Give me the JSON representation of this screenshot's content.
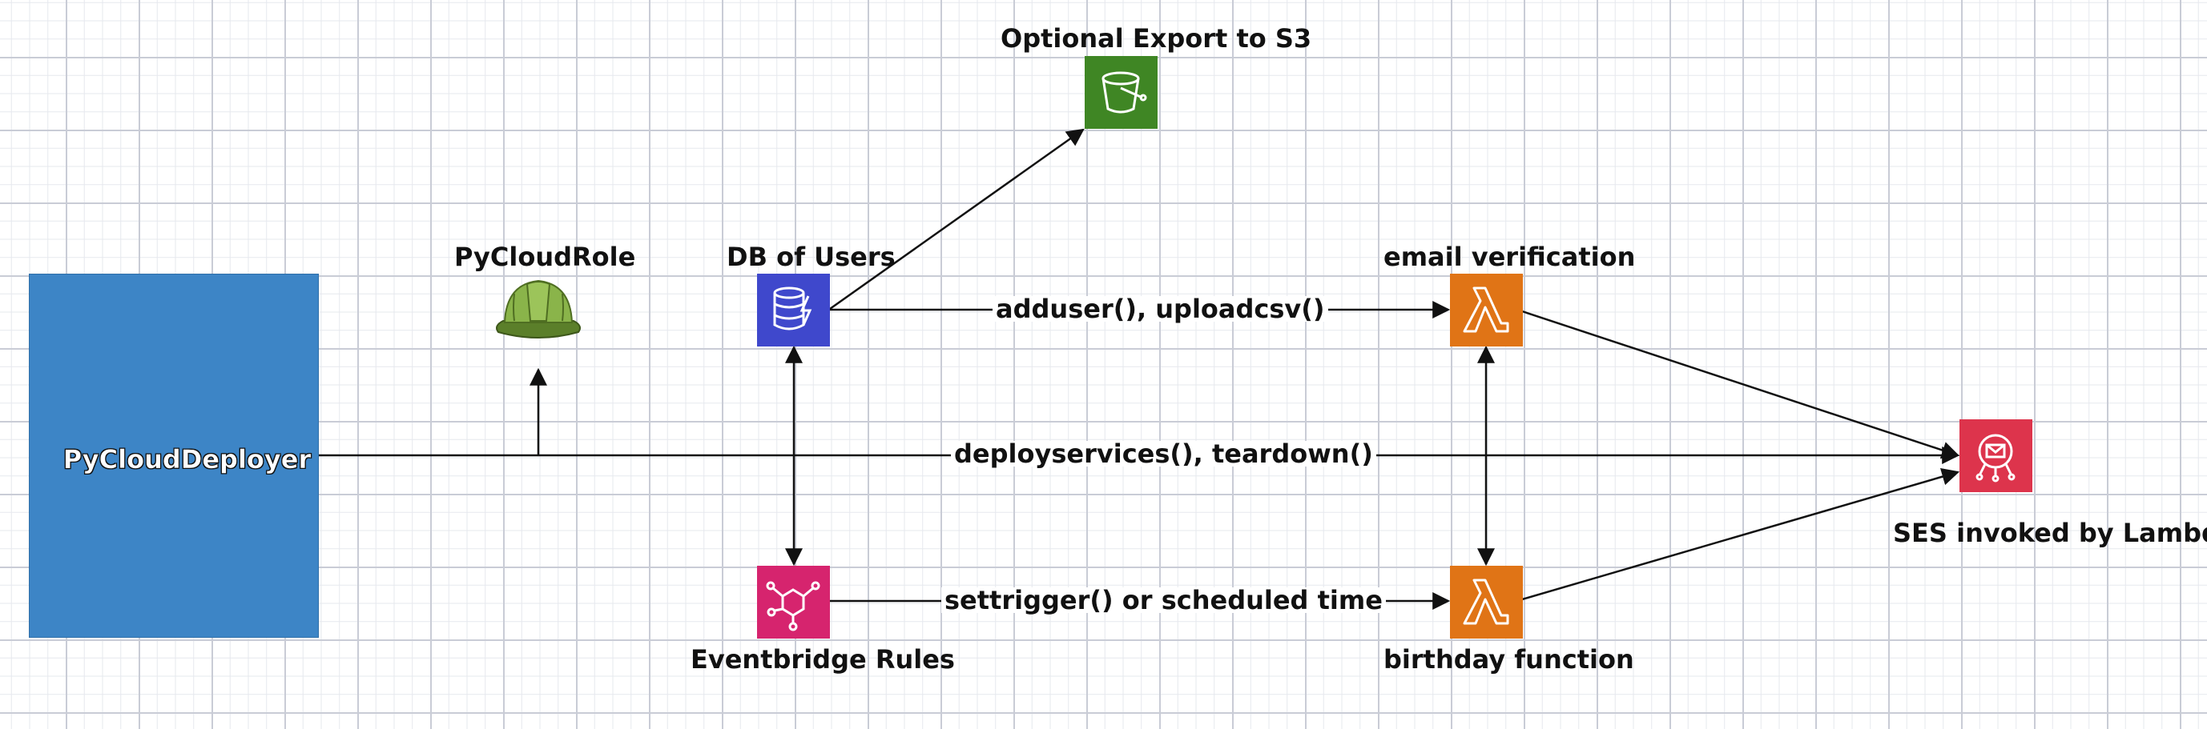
{
  "nodes": {
    "deployer": {
      "label": "PyCloudDeployer",
      "color": "#3d85c6"
    },
    "role": {
      "label": "PyCloudRole",
      "icon": "hard-hat-icon",
      "color": "#7aa63c"
    },
    "db": {
      "label": "DB of Users",
      "icon": "dynamodb-icon",
      "color": "#3f48cc"
    },
    "s3": {
      "label": "Optional Export to S3",
      "icon": "s3-bucket-icon",
      "color": "#3f8624"
    },
    "email_verification": {
      "label": "email verification",
      "icon": "lambda-icon",
      "color": "#e07416"
    },
    "eventbridge": {
      "label": "Eventbridge Rules",
      "icon": "eventbridge-icon",
      "color": "#d6246e"
    },
    "birthday": {
      "label": "birthday function",
      "icon": "lambda-icon",
      "color": "#e07416"
    },
    "ses": {
      "label": "SES invoked by Lambda",
      "icon": "ses-icon",
      "color": "#dd344c"
    }
  },
  "edges": {
    "adduser": "adduser(), uploadcsv()",
    "deploy": "deployservices(), teardown()",
    "settrigger": "settrigger() or scheduled time"
  }
}
